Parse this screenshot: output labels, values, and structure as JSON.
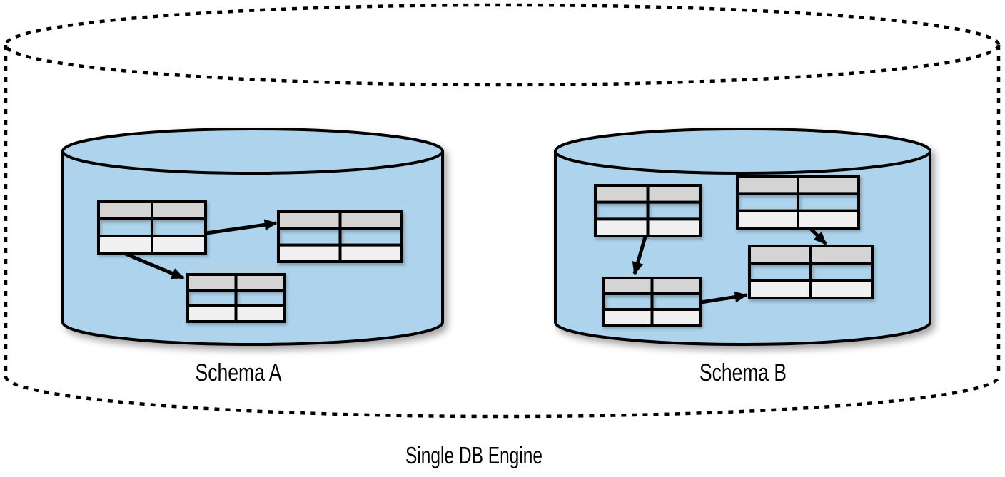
{
  "diagram": {
    "type": "database-schema-diagram",
    "engine": {
      "label": "Single DB Engine"
    },
    "schemas": [
      {
        "id": "schema-a",
        "label": "Schema A",
        "table_count": 3,
        "relation_arrows": 2
      },
      {
        "id": "schema-b",
        "label": "Schema B",
        "table_count": 4,
        "relation_arrows": 3
      }
    ],
    "colors": {
      "schema_cylinder_fill": "#AED3EC",
      "outline": "#000000",
      "table_header_fill": "#D4D4D4",
      "table_row_fill": "#F0F0F0",
      "background": "#FFFFFF"
    }
  }
}
